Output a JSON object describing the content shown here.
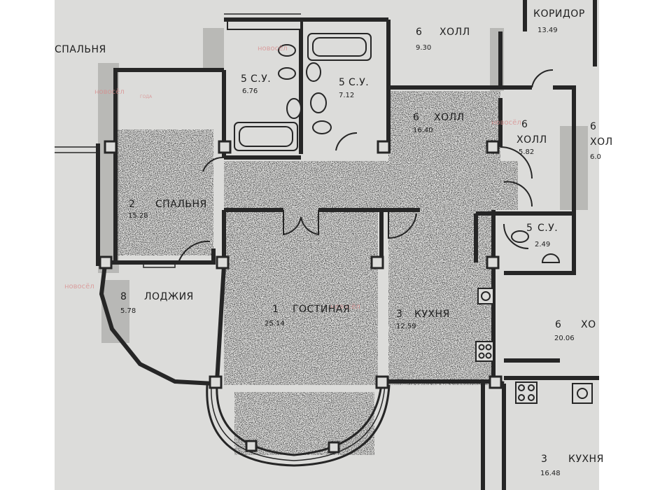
{
  "rooms": [
    {
      "id": "corridor-top",
      "number": "",
      "name": "КОРИДОР",
      "area": "13.49"
    },
    {
      "id": "bedroom-topleft",
      "number": "",
      "name": "СПАЛЬНЯ",
      "area": ""
    },
    {
      "id": "hall-top",
      "number": "6",
      "name": "ХОЛЛ",
      "area": "9.30"
    },
    {
      "id": "bath-left",
      "number": "5",
      "name": "С.У.",
      "area": "6.76"
    },
    {
      "id": "bath-right",
      "number": "5",
      "name": "С.У.",
      "area": "7.12"
    },
    {
      "id": "hall-center",
      "number": "6",
      "name": "ХОЛЛ",
      "area": "16.40"
    },
    {
      "id": "hall-small",
      "number": "6",
      "name": "ХОЛЛ",
      "area": "5.82"
    },
    {
      "id": "hall-right-edge",
      "number": "6",
      "name": "ХОЛ",
      "area": "6.0"
    },
    {
      "id": "bedroom-2",
      "number": "2",
      "name": "СПАЛЬНЯ",
      "area": "15.28"
    },
    {
      "id": "wc-small",
      "number": "5",
      "name": "С.У.",
      "area": "2.49"
    },
    {
      "id": "loggia",
      "number": "8",
      "name": "ЛОДЖИЯ",
      "area": "5.78"
    },
    {
      "id": "living",
      "number": "1",
      "name": "ГОСТИНАЯ",
      "area": "25.14"
    },
    {
      "id": "kitchen",
      "number": "3",
      "name": "КУХНЯ",
      "area": "12.59"
    },
    {
      "id": "hall-right-bottom",
      "number": "6",
      "name": "ХО",
      "area": "20.06"
    },
    {
      "id": "kitchen-bottom",
      "number": "3",
      "name": "КУХНЯ",
      "area": "16.48"
    }
  ],
  "watermark": {
    "brand": "новосёл",
    "year_badge": "ГОДА"
  },
  "colors": {
    "paper": "#dcdcda",
    "wall": "#262626",
    "shadow": "#9a9a9a",
    "watermark": "#d98a8a"
  }
}
